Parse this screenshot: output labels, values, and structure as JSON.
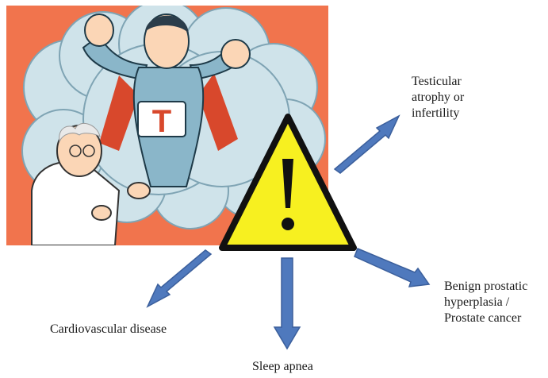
{
  "labels": {
    "testicular": [
      "Testicular",
      "atrophy or",
      "infertility"
    ],
    "bph": [
      "Benign prostatic",
      "hyperplasia /",
      "Prostate cancer"
    ],
    "cardio": "Cardiovascular disease",
    "sleep": "Sleep apnea"
  },
  "illustration": {
    "emblem_letter": "T"
  },
  "colors": {
    "background_orange": "#f1744d",
    "cloud": "#cfe3ea",
    "hero_suit": "#8ab6c9",
    "cape": "#d8482c",
    "warning_fill": "#f7f020",
    "warning_outline": "#111111",
    "arrow_fill": "#4f79bd",
    "arrow_outline": "#3b5f9c"
  },
  "icons": {
    "warning": "warning-triangle-icon",
    "arrow": "arrow-icon"
  }
}
